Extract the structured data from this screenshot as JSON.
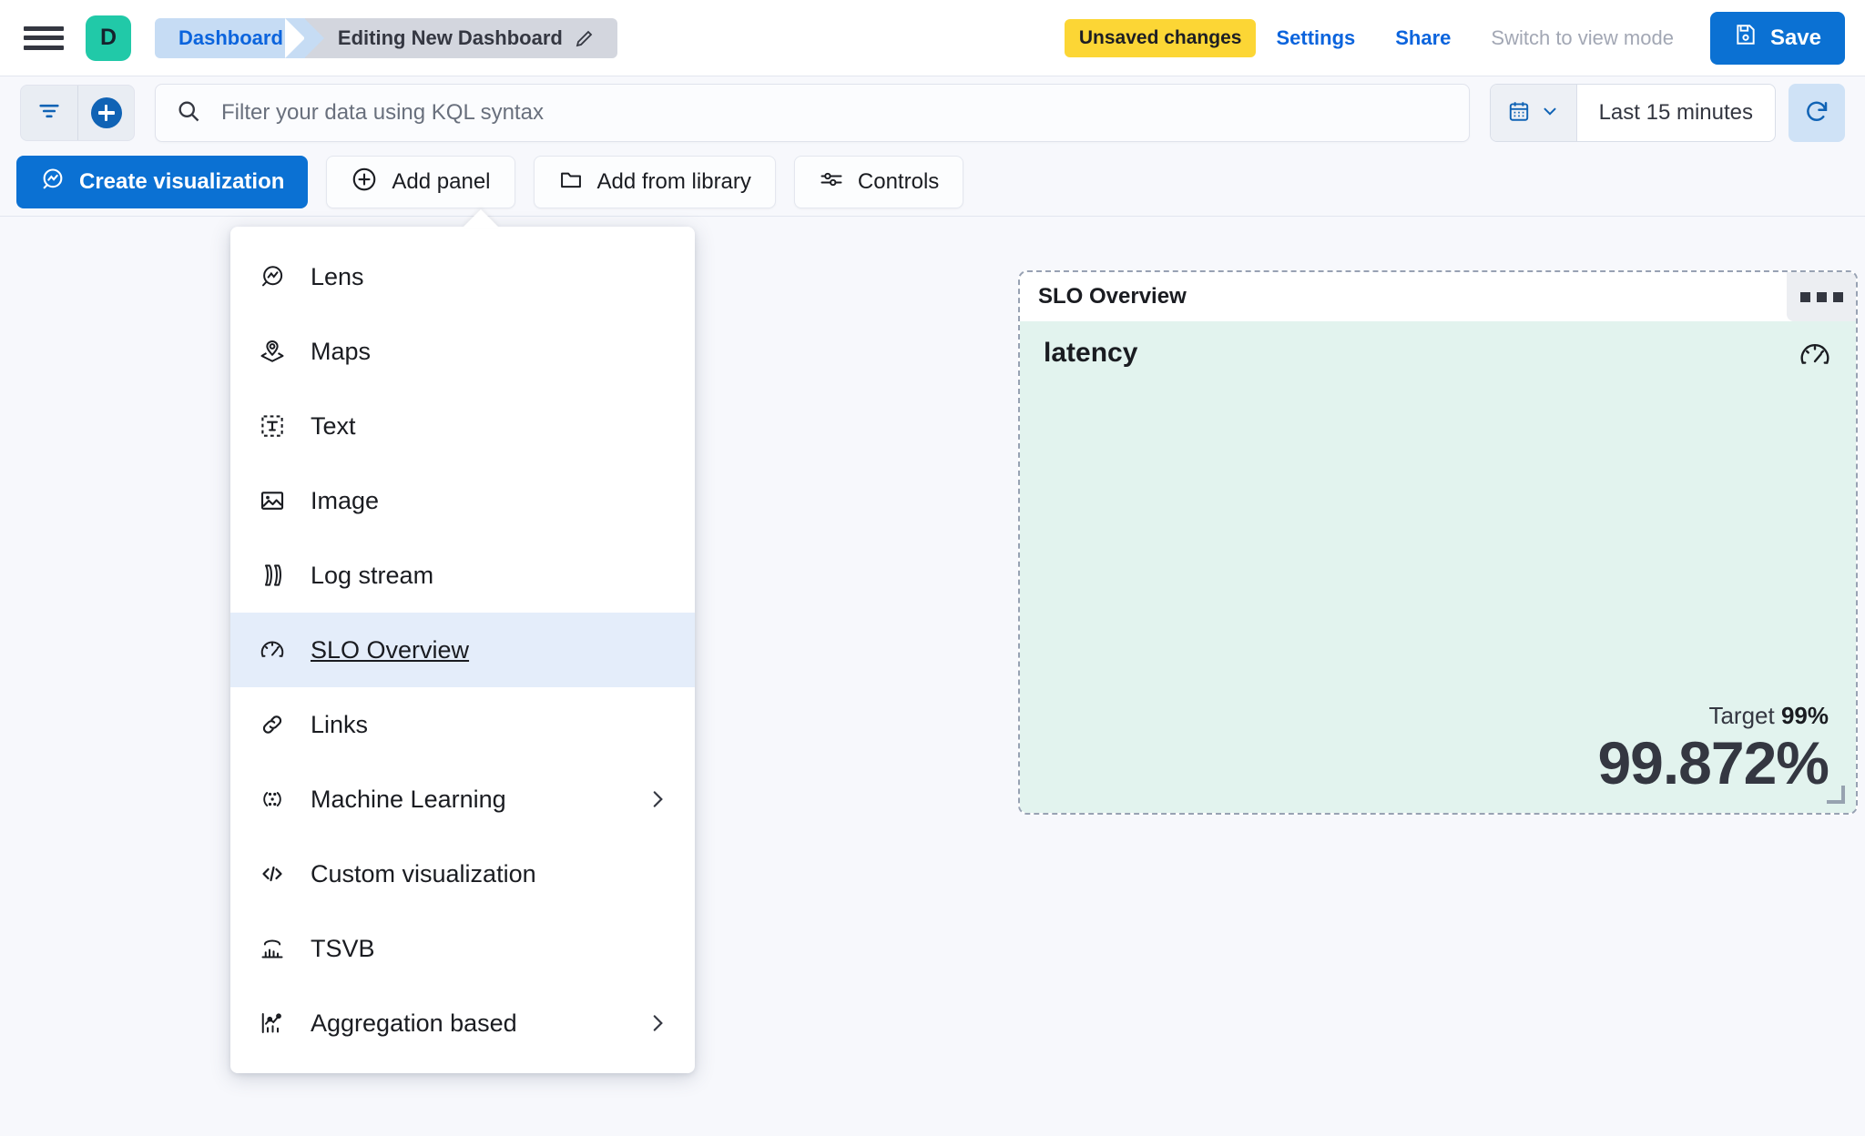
{
  "header": {
    "menu_icon": "hamburger-icon",
    "space_avatar": "D",
    "breadcrumbs": [
      {
        "label": "Dashboard",
        "icon": ""
      },
      {
        "label": "Editing New Dashboard",
        "icon": "pencil-icon"
      }
    ],
    "unsaved_badge": "Unsaved changes",
    "settings_link": "Settings",
    "share_link": "Share",
    "view_mode_link": "Switch to view mode",
    "save_label": "Save",
    "save_icon": "save-disk-icon",
    "accent_blue": "#0B64DD",
    "save_button_bg": "#0B71D3",
    "badge_bg": "#FCD635",
    "avatar_bg": "#21C9A8"
  },
  "query_bar": {
    "filter_icon": "filter-icon",
    "add_filter_icon": "plus-circle-icon",
    "search_icon": "search-icon",
    "search_placeholder": "Filter your data using KQL syntax",
    "search_value": "",
    "calendar_icon": "calendar-icon",
    "chevron_icon": "chevron-down-icon",
    "time_range": "Last 15 minutes",
    "refresh_icon": "refresh-icon"
  },
  "toolbar": {
    "create_visualization": "Create visualization",
    "create_visualization_icon": "lens-icon",
    "add_panel": "Add panel",
    "add_panel_icon": "plus-in-circle-icon",
    "add_from_library": "Add from library",
    "add_from_library_icon": "folder-icon",
    "controls": "Controls",
    "controls_icon": "sliders-icon"
  },
  "add_panel_menu": {
    "items": [
      {
        "label": "Lens",
        "icon": "lens-icon",
        "has_submenu": false,
        "selected": false
      },
      {
        "label": "Maps",
        "icon": "map-pin-layers-icon",
        "has_submenu": false,
        "selected": false
      },
      {
        "label": "Text",
        "icon": "text-box-icon",
        "has_submenu": false,
        "selected": false
      },
      {
        "label": "Image",
        "icon": "image-icon",
        "has_submenu": false,
        "selected": false
      },
      {
        "label": "Log stream",
        "icon": "log-stream-icon",
        "has_submenu": false,
        "selected": false
      },
      {
        "label": "SLO Overview",
        "icon": "gauge-icon",
        "has_submenu": false,
        "selected": true
      },
      {
        "label": "Links",
        "icon": "link-chain-icon",
        "has_submenu": false,
        "selected": false
      },
      {
        "label": "Machine Learning",
        "icon": "machine-learning-icon",
        "has_submenu": true,
        "selected": false
      },
      {
        "label": "Custom visualization",
        "icon": "code-brackets-icon",
        "has_submenu": false,
        "selected": false
      },
      {
        "label": "TSVB",
        "icon": "tsvb-chart-icon",
        "has_submenu": false,
        "selected": false
      },
      {
        "label": "Aggregation based",
        "icon": "aggregation-chart-icon",
        "has_submenu": true,
        "selected": false
      }
    ],
    "highlight_bg": "#E4EDFA"
  },
  "slo_panel": {
    "title": "SLO Overview",
    "context_menu_icon": "three-dots-icon",
    "metric_name": "latency",
    "gauge_icon": "gauge-icon",
    "target_label": "Target",
    "target_value": "99%",
    "sli_value": "99.872%",
    "body_bg": "#E2F3EE",
    "resize_handle_icon": "resize-corner-icon"
  }
}
